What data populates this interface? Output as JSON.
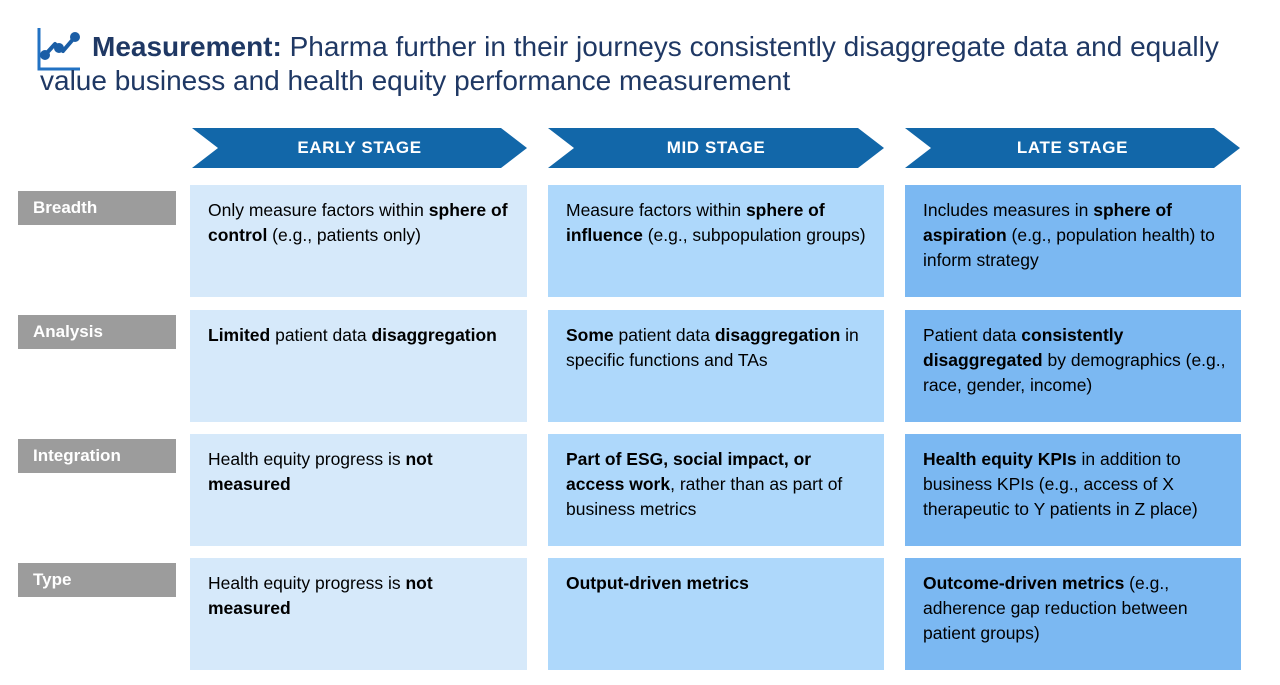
{
  "title": {
    "bold": "Measurement:",
    "rest": " Pharma further in their journeys consistently disaggregate data and equally value business and health equity performance measurement"
  },
  "colors": {
    "title_navy": "#1F3864",
    "arrow_blue": "#1267A9",
    "label_gray": "#9C9C9C",
    "early_cell_bg": "#D6E9FA",
    "mid_cell_bg": "#AED8FB",
    "late_cell_bg": "#7BB8F2",
    "icon_axis_blue": "#2272C3",
    "icon_line_blue": "#1B5EA6"
  },
  "stages": [
    {
      "label": "EARLY STAGE"
    },
    {
      "label": "MID STAGE"
    },
    {
      "label": "LATE STAGE"
    }
  ],
  "rows": [
    {
      "label": "Breadth",
      "cells": [
        {
          "segments": [
            {
              "t": "Only measure factors within "
            },
            {
              "t": "sphere of control",
              "b": true
            },
            {
              "t": " (e.g., patients only)"
            }
          ]
        },
        {
          "segments": [
            {
              "t": "Measure factors within "
            },
            {
              "t": "sphere of influence",
              "b": true
            },
            {
              "t": " (e.g., subpopulation groups)"
            }
          ]
        },
        {
          "segments": [
            {
              "t": "Includes measures in "
            },
            {
              "t": "sphere of aspiration",
              "b": true
            },
            {
              "t": " (e.g., population health) to inform strategy"
            }
          ]
        }
      ]
    },
    {
      "label": "Analysis",
      "cells": [
        {
          "segments": [
            {
              "t": "Limited",
              "b": true
            },
            {
              "t": " patient data "
            },
            {
              "t": "disaggregation",
              "b": true
            }
          ]
        },
        {
          "segments": [
            {
              "t": "Some",
              "b": true
            },
            {
              "t": " patient data "
            },
            {
              "t": "disaggregation",
              "b": true
            },
            {
              "t": " in specific functions and TAs"
            }
          ]
        },
        {
          "segments": [
            {
              "t": "Patient data "
            },
            {
              "t": "consistently disaggregated",
              "b": true
            },
            {
              "t": " by demographics (e.g., race, gender, income)"
            }
          ]
        }
      ]
    },
    {
      "label": "Integration",
      "cells": [
        {
          "segments": [
            {
              "t": "Health equity progress is "
            },
            {
              "t": "not measured",
              "b": true
            }
          ]
        },
        {
          "segments": [
            {
              "t": "Part of ESG, social impact, or access work",
              "b": true
            },
            {
              "t": ", rather than as part of business metrics"
            }
          ]
        },
        {
          "segments": [
            {
              "t": "Health equity KPIs",
              "b": true
            },
            {
              "t": " in addition to business KPIs (e.g., access of X therapeutic to Y patients in Z place)"
            }
          ]
        }
      ]
    },
    {
      "label": "Type",
      "cells": [
        {
          "segments": [
            {
              "t": "Health equity progress is "
            },
            {
              "t": "not measured",
              "b": true
            }
          ]
        },
        {
          "segments": [
            {
              "t": "Output-driven metrics",
              "b": true
            }
          ]
        },
        {
          "segments": [
            {
              "t": "Outcome-driven metrics",
              "b": true
            },
            {
              "t": " (e.g., adherence gap reduction between patient groups)"
            }
          ]
        }
      ]
    }
  ]
}
